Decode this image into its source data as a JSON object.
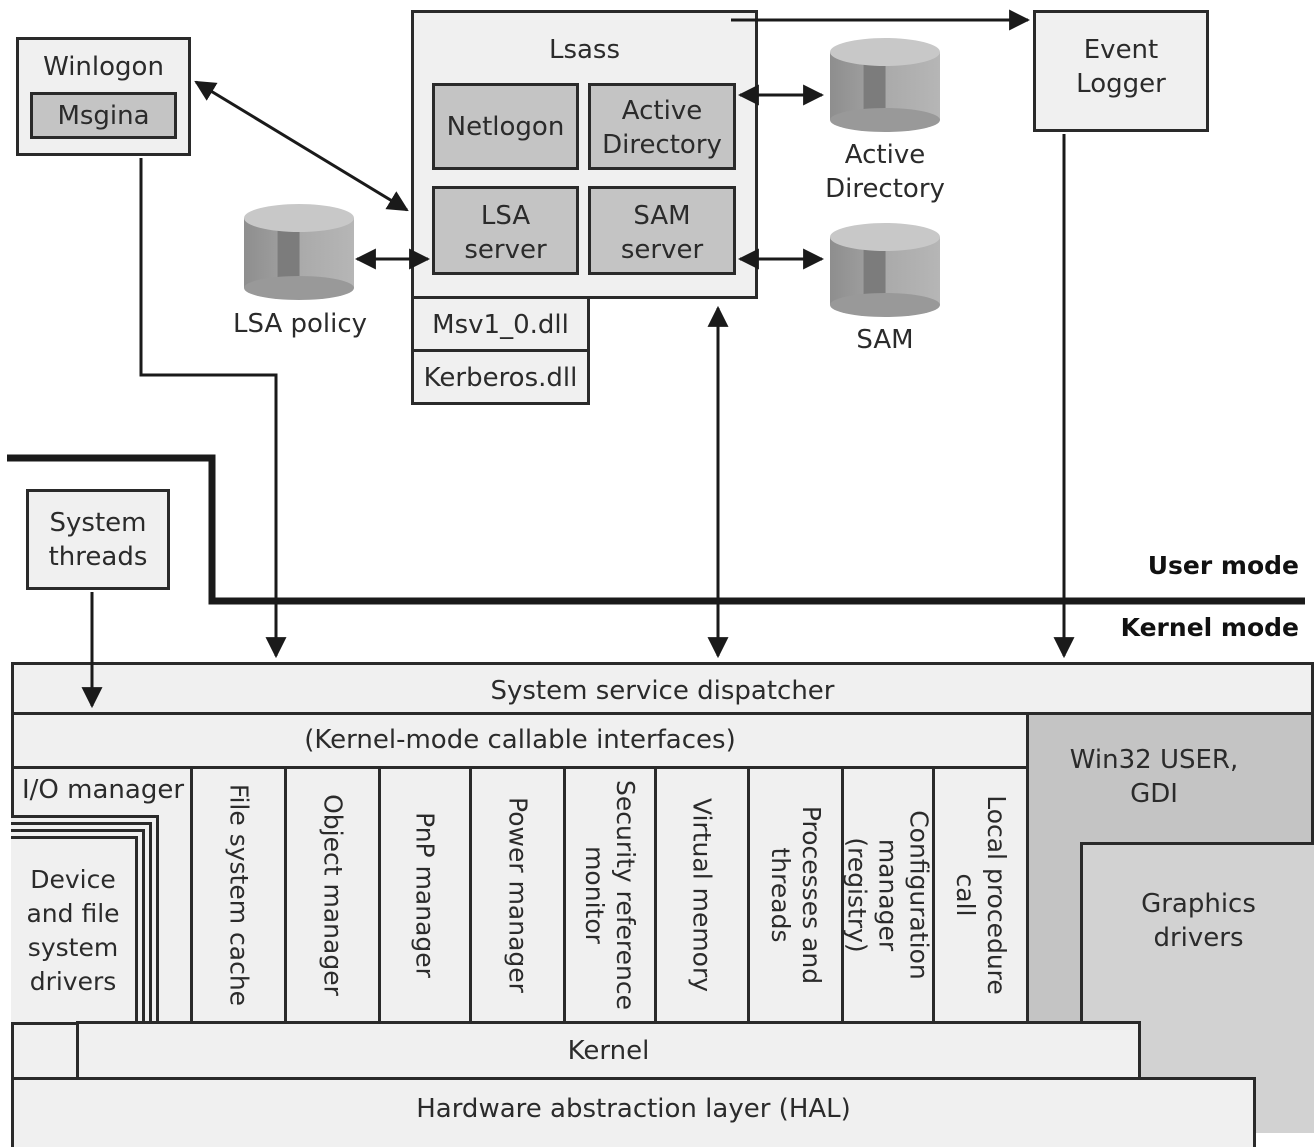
{
  "winlogon": {
    "title": "Winlogon",
    "msgina": "Msgina"
  },
  "lsass": {
    "title": "Lsass",
    "netlogon": "Netlogon",
    "active_directory": "Active\nDirectory",
    "lsa_server": "LSA\nserver",
    "sam_server": "SAM\nserver",
    "msv": "Msv1_0.dll",
    "kerberos": "Kerberos.dll"
  },
  "event_logger": "Event\nLogger",
  "databases": {
    "active_directory": "Active\nDirectory",
    "sam": "SAM",
    "lsa_policy": "LSA policy"
  },
  "system_threads": "System\nthreads",
  "modes": {
    "user": "User mode",
    "kernel": "Kernel mode"
  },
  "kernel": {
    "dispatcher": "System service dispatcher",
    "callable": "(Kernel-mode callable interfaces)",
    "io_manager": "I/O manager",
    "device_drivers": "Device\nand file\nsystem\ndrivers",
    "columns": [
      "File system cache",
      "Object manager",
      "PnP manager",
      "Power manager",
      "Security reference\nmonitor",
      "Virtual memory",
      "Processes and\nthreads",
      "Configuration\nmanager (registry)",
      "Local procedure\ncall"
    ],
    "win32": "Win32 USER,\nGDI",
    "graphics": "Graphics\ndrivers",
    "kernel_label": "Kernel",
    "hal": "Hardware abstraction layer (HAL)"
  }
}
